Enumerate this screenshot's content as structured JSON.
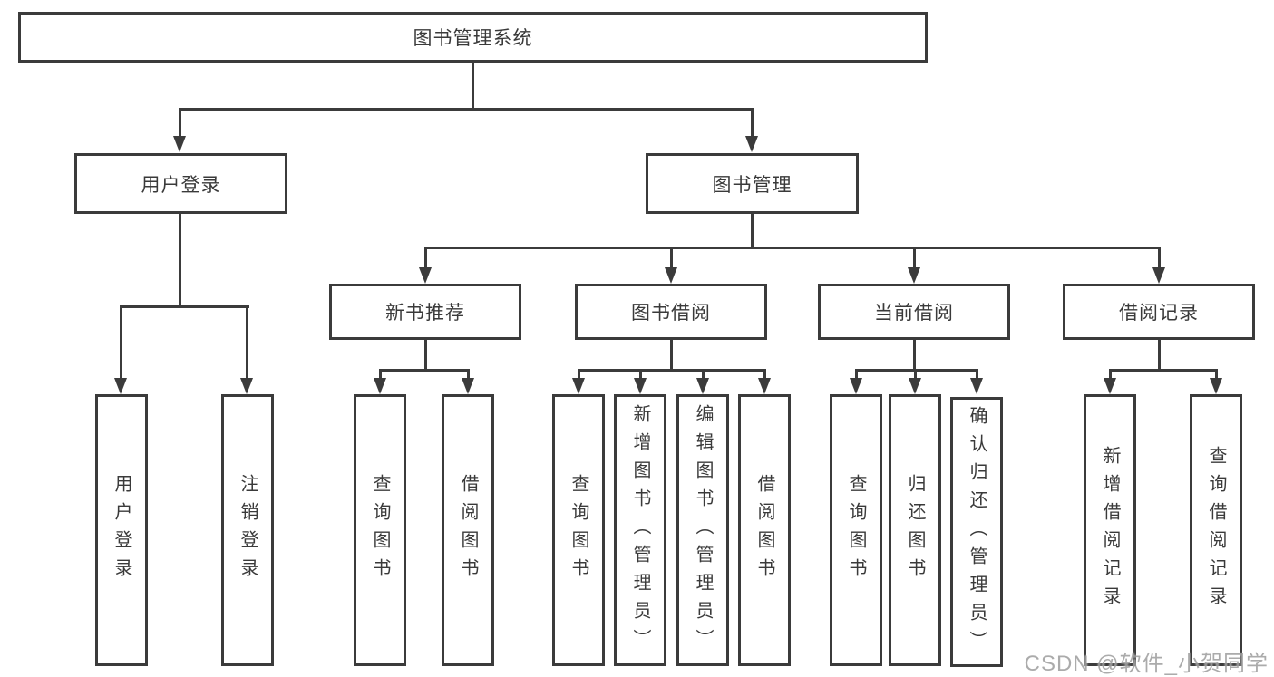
{
  "diagram": {
    "nodes": {
      "root": "图书管理系统",
      "user_login": "用户登录",
      "book_mgmt": "图书管理",
      "new_book_rec": "新书推荐",
      "book_borrow": "图书借阅",
      "current_borrow": "当前借阅",
      "borrow_records": "借阅记录",
      "leaf_user_login": "用户登录",
      "leaf_logout": "注销登录",
      "leaf_nb_query": "查询图书",
      "leaf_nb_borrow": "借阅图书",
      "leaf_bb_query": "查询图书",
      "leaf_bb_add": "新增图书（管理员）",
      "leaf_bb_edit": "编辑图书（管理员）",
      "leaf_bb_borrow": "借阅图书",
      "leaf_cb_query": "查询图书",
      "leaf_cb_return": "归还图书",
      "leaf_cb_confirm": "确认归还（管理员）",
      "leaf_br_add": "新增借阅记录",
      "leaf_br_query": "查询借阅记录"
    },
    "watermark": "CSDN @软件_小贺同学",
    "colors": {
      "line": "#3b3b3b",
      "text": "#3a3a3a",
      "watermark": "#a0a0a0",
      "background": "#ffffff"
    }
  }
}
